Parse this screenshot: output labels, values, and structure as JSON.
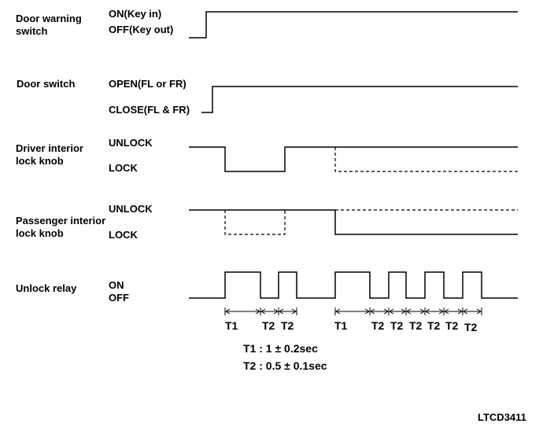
{
  "signals": [
    {
      "name": "Door warning\nswitch",
      "states": [
        "ON(Key in)",
        "OFF(Key out)"
      ]
    },
    {
      "name": "Door switch",
      "states": [
        "OPEN(FL  or FR)",
        "CLOSE(FL & FR)"
      ]
    },
    {
      "name": "Driver interior\nlock knob",
      "states": [
        "UNLOCK",
        "LOCK"
      ]
    },
    {
      "name": "Passenger interior\nlock knob",
      "states": [
        "UNLOCK",
        "LOCK"
      ]
    },
    {
      "name": "Unlock relay",
      "states": [
        "ON",
        "OFF"
      ]
    }
  ],
  "timing_labels": [
    "T1",
    "T2",
    "T2",
    "T1",
    "T2",
    "T2",
    "T2",
    "T2",
    "T2",
    "T2"
  ],
  "legend": [
    "T1 : 1 ± 0.2sec",
    "T2 : 0.5 ± 0.1sec"
  ],
  "figure_code": "LTCD3411"
}
